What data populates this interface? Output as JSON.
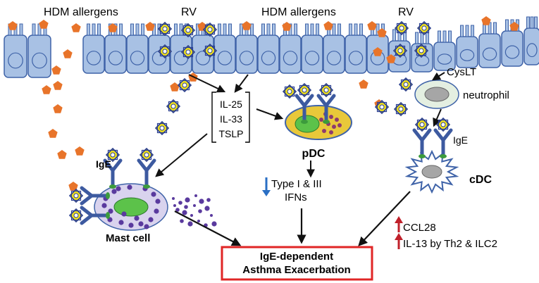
{
  "labels": {
    "hdm_left": "HDM allergens",
    "rv_left": "RV",
    "hdm_center": "HDM allergens",
    "rv_right": "RV",
    "cytokines": [
      "IL-25",
      "IL-33",
      "TSLP"
    ],
    "pdc": "pDC",
    "ige_left": "IgE",
    "ige_right": "IgE",
    "mast_cell": "Mast cell",
    "ifn_line1": "Type I & III",
    "ifn_line2": "IFNs",
    "cyslt": "CysLT",
    "neutrophil": "neutrophil",
    "cdc": "cDC",
    "ccl28": "CCL28",
    "il13": "IL-13 by Th2 & ILC2",
    "outcome_line1": "IgE-dependent",
    "outcome_line2": "Asthma Exacerbation"
  },
  "colors": {
    "epithelium_fill": "#a8c1e4",
    "epithelium_stroke": "#3f63a8",
    "allergen": "#e8742a",
    "virus": "#f2e21a",
    "antibody": "#3d5aa0",
    "outcome_border": "#e02626",
    "arrow_up": "#c0202a",
    "arrow_down": "#2a6fc4"
  }
}
